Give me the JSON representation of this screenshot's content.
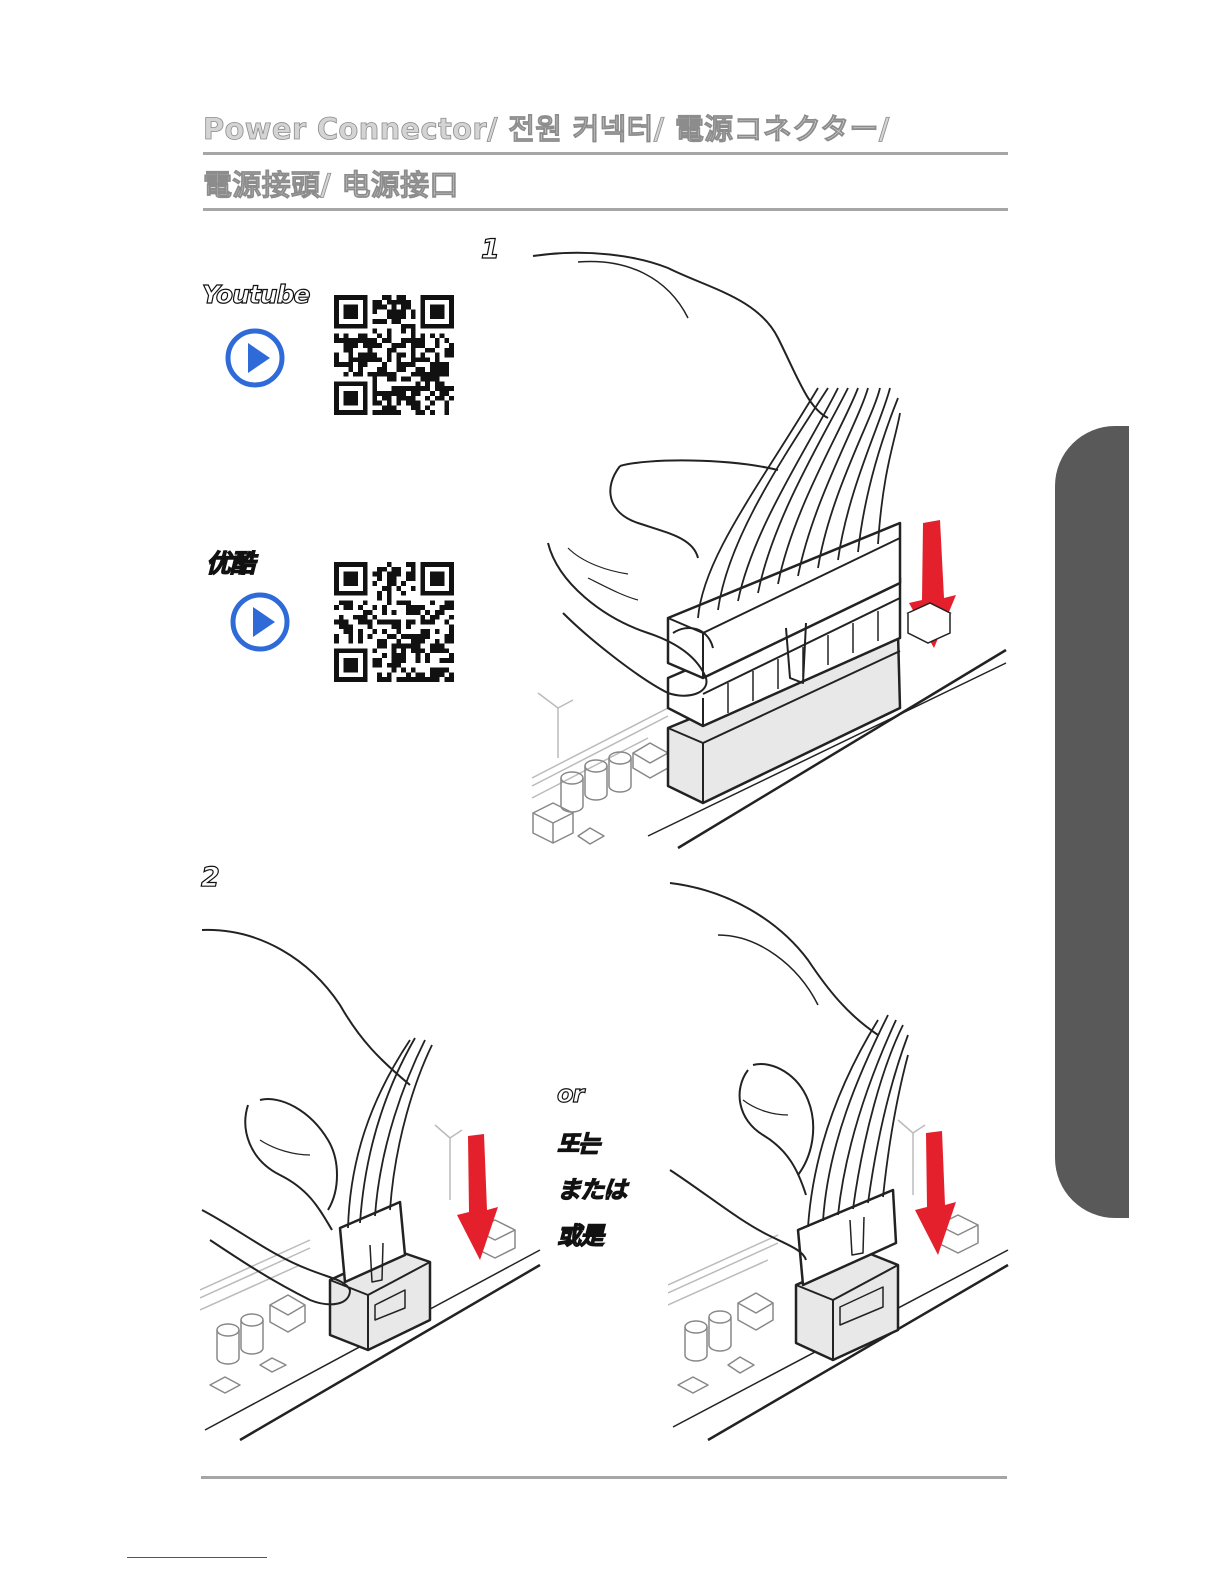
{
  "header": {
    "title_line1": "Power Connector/ 전원 커넥터/ 電源コネクター/",
    "title_line2": "電源接頭/ 电源接口"
  },
  "steps": {
    "step1": "1",
    "step2": "2"
  },
  "qr_codes": [
    {
      "label": "Youtube",
      "icon": "play-circle-icon"
    },
    {
      "label": "优酷",
      "icon": "play-circle-icon"
    }
  ],
  "alternatives": {
    "en": "or",
    "ko": "또는",
    "ja": "または",
    "zh": "或是"
  },
  "colors": {
    "arrow": "#e3202b",
    "play_icon": "#2f6bd8",
    "side_tab": "#595959",
    "title_text": "#d4d4d4",
    "rule": "#a6a6a6"
  }
}
